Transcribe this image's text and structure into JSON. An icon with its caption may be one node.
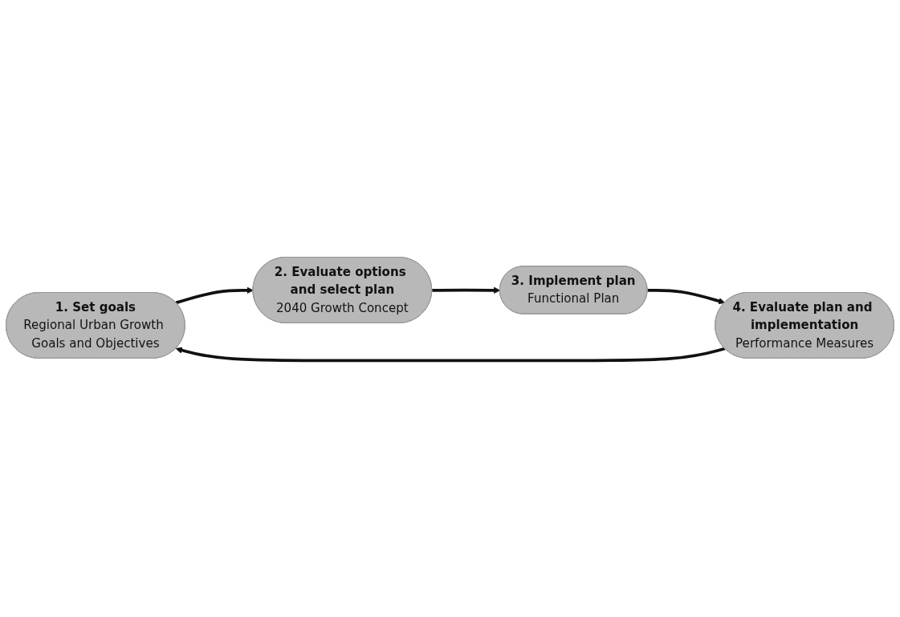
{
  "diagram": {
    "nodes": [
      {
        "text": [
          "1. Set goals",
          "Regional Urban Growth Goals and Objectives"
        ]
      },
      {
        "text": [
          "2. Evaluate options and select plan",
          "2040 Growth Concept"
        ]
      },
      {
        "text": [
          "3. Implement plan",
          "Functional Plan"
        ]
      },
      {
        "text": [
          "4. Evaluate plan and implementation",
          "Performance Measures"
        ]
      }
    ],
    "edges": [
      {
        "from": 0,
        "to": 1,
        "arrow": "to"
      },
      {
        "from": 1,
        "to": 2,
        "arrow": "to"
      },
      {
        "from": 2,
        "to": 3,
        "arrow": "to"
      },
      {
        "from": 3,
        "to": 0,
        "arrow": "to"
      }
    ]
  }
}
